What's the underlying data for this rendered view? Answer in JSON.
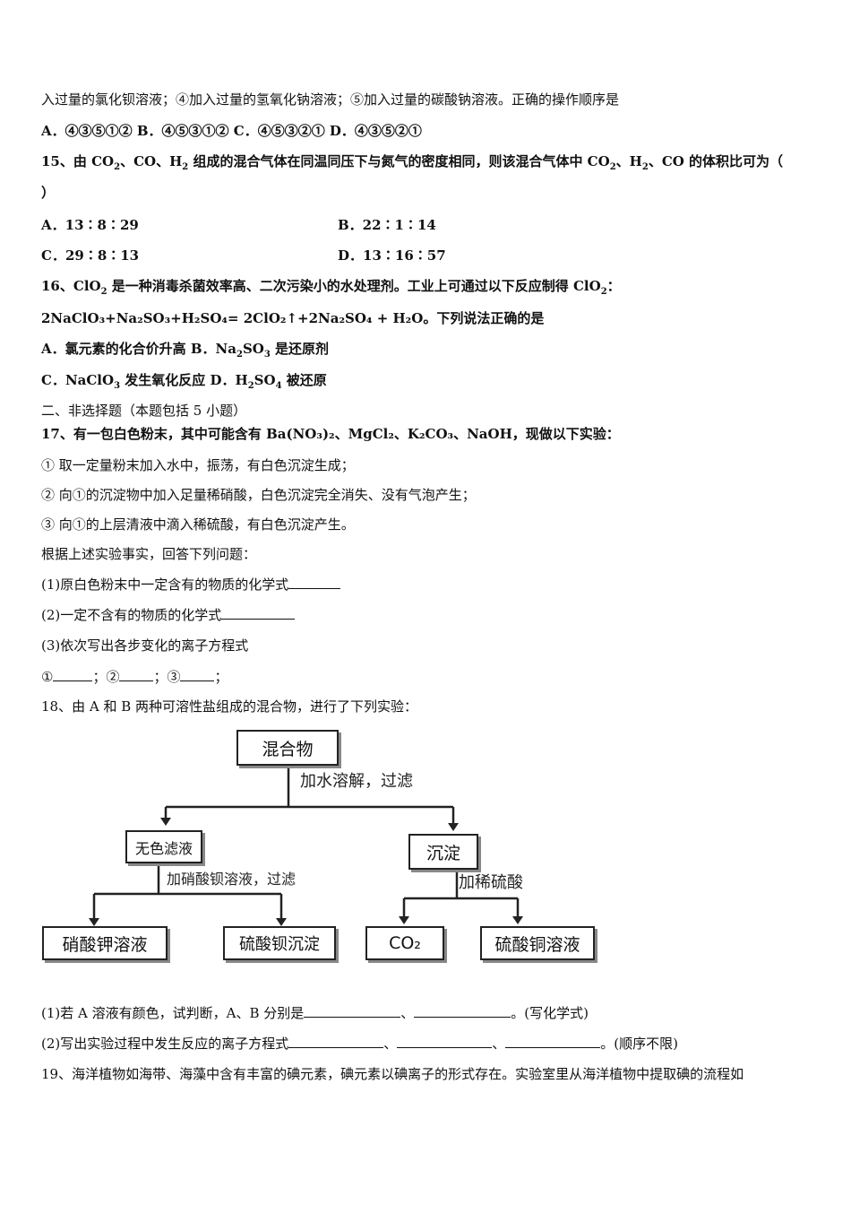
{
  "lines": {
    "l1": "入过量的氯化钡溶液；④加入过量的氢氧化钠溶液；⑤加入过量的碳酸钠溶液。正确的操作顺序是",
    "l2": "A．④③⑤①②   B．④⑤③①②   C．④⑤③②①   D．④③⑤②①",
    "q15a_pre": "15、由 CO",
    "q15a_m1": "、CO、H",
    "q15a_m2": " 组成的混合气体在同温同压下与氮气的密度相同，则该混合气体中 CO",
    "q15a_m3": "、H",
    "q15a_m4": "、CO 的体积比可为（",
    "q15b": "）",
    "q15_A": "A．13∶8∶29",
    "q15_B": "B．22∶1∶14",
    "q15_C": "C．29∶8∶13",
    "q15_D": "D．13∶16∶57",
    "q16a_pre": "16、ClO",
    "q16a_mid": " 是一种消毒杀菌效率高、二次污染小的水处理剂。工业上可通过以下反应制得 ClO",
    "q16a_end": "：",
    "q16b": "2NaClO₃+Na₂SO₃+H₂SO₄= 2ClO₂↑+2Na₂SO₄ + H₂O。下列说法正确的是",
    "q16_AB_pre": "A．氯元素的化合价升高   B．Na",
    "q16_AB_mid": "SO",
    "q16_AB_end": " 是还原剂",
    "q16_CD_pre": "C．NaClO",
    "q16_CD_mid": " 发生氧化反应   D．H",
    "q16_CD_mid2": "SO",
    "q16_CD_end": " 被还原",
    "sec2": "二、非选择题（本题包括 5 小题）",
    "q17": "17、有一包白色粉末，其中可能含有 Ba(NO₃)₂、MgCl₂、K₂CO₃、NaOH，现做以下实验：",
    "q17_1": "① 取一定量粉末加入水中，振荡，有白色沉淀生成；",
    "q17_2": "② 向①的沉淀物中加入足量稀硝酸，白色沉淀完全消失、没有气泡产生；",
    "q17_3": "③ 向①的上层清液中滴入稀硫酸，有白色沉淀产生。",
    "q17_4": "根据上述实验事实，回答下列问题：",
    "q17_p1": "(1)原白色粉末中一定含有的物质的化学式",
    "q17_p2": "(2)一定不含有的物质的化学式",
    "q17_p3": "(3)依次写出各步变化的离子方程式",
    "q17_p4a": "①",
    "q17_p4b": "；②",
    "q17_p4c": "；③",
    "q17_p4d": "；",
    "q18": "18、由 A 和 B 两种可溶性盐组成的混合物，进行了下列实验：",
    "q18_1a": "(1)若 A 溶液有颜色，试判断，A、B 分别是",
    "q18_1b": "、",
    "q18_1c": "。(写化学式)",
    "q18_2a": "(2)写出实验过程中发生反应的离子方程式",
    "q18_2b": "、",
    "q18_2c": "、",
    "q18_2d": "。(顺序不限)",
    "q19": "19、海洋植物如海带、海藻中含有丰富的碘元素，碘元素以碘离子的形式存在。实验室里从海洋植物中提取碘的流程如"
  },
  "diagram": {
    "mix": "混合物",
    "step1": "加水溶解，过滤",
    "filtrate": "无色滤液",
    "precip": "沉淀",
    "step2": "加硝酸钡溶液，过滤",
    "step3": "加稀硫酸",
    "kno3": "硝酸钾溶液",
    "baso4": "硫酸钡沉淀",
    "co2": "CO₂",
    "cuso4": "硫酸铜溶液"
  }
}
